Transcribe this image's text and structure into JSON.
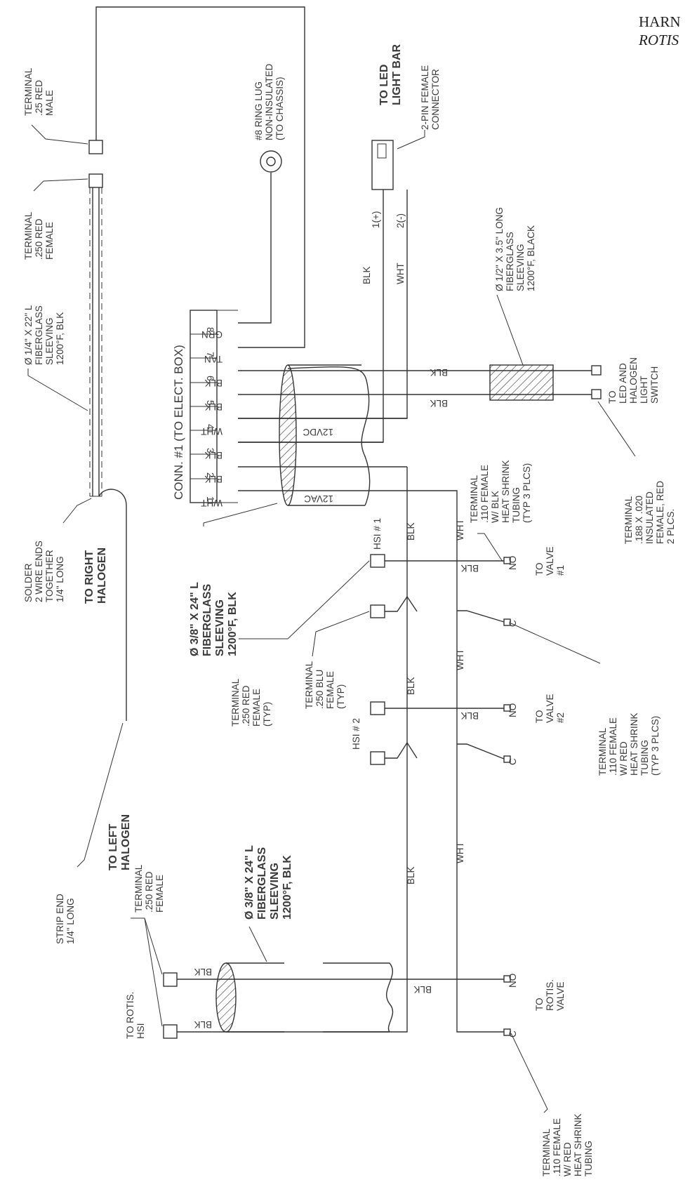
{
  "title": {
    "line1": "HARN",
    "line2": "ROTIS"
  },
  "connector": {
    "label": "CONN. #1 (TO ELECT. BOX)",
    "pins": [
      "1",
      "2",
      "3",
      "4",
      "5",
      "6",
      "7",
      "8"
    ],
    "wire_colors": [
      "WHT",
      "BLK",
      "BLK",
      "WHT",
      "BLK",
      "BLK",
      "TAN",
      "GRN"
    ],
    "bundle_12vac": "12VAC",
    "bundle_12vdc": "12VDC"
  },
  "wire_labels": {
    "blk": "BLK",
    "wht": "WHT",
    "pos": "1(+)",
    "neg": "2(-)",
    "c": "C",
    "no": "NO"
  },
  "halogen": {
    "right": "TO RIGHT HALOGEN",
    "left": "TO LEFT HALOGEN",
    "terminal_male": [
      "TERMINAL",
      ".25 RED",
      "MALE"
    ],
    "terminal_female": [
      "TERMINAL",
      ".250 RED",
      "FEMALE"
    ],
    "sleeving": [
      "Ø 1/4\" X 22\" L",
      "FIBERGLASS",
      "SLEEVING",
      "1200°F, BLK"
    ],
    "solder": [
      "SOLDER",
      "2 WIRE ENDS",
      "TOGETHER",
      "1/4\" LONG"
    ],
    "strip": [
      "STRIP END",
      "1/4\" LONG"
    ]
  },
  "ring_lug": [
    "#8 RING LUG",
    "NON-INSULATED",
    "(TO CHASSIS)"
  ],
  "led": {
    "to_led": [
      "TO LED",
      "LIGHT BAR"
    ],
    "connector": [
      "2-PIN FEMALE",
      "CONNECTOR"
    ]
  },
  "switch_branch": {
    "sleeving": [
      "Ø 1/2\" X 3.5\" LONG",
      "FIBERGLASS",
      "SLEEVING",
      "1200°F, BLACK"
    ],
    "to_switch": [
      "TO",
      "LED AND",
      "HALOGEN",
      "LIGHT",
      "SWITCH"
    ],
    "terminal": [
      "TERMINAL",
      ".188 X .020",
      "INSULATED",
      "FEMALE, RED",
      "2 PLCS."
    ]
  },
  "main_sleeving": [
    "Ø 3/8\" X 24\" L",
    "FIBERGLASS",
    "SLEEVING",
    "1200°F, BLK"
  ],
  "hsi": {
    "hsi1": "HSI # 1",
    "hsi2": "HSI # 2",
    "term_red": [
      "TERMINAL",
      ".250 RED",
      "FEMALE",
      "(TYP)"
    ],
    "term_blu": [
      "TERMINAL",
      ".250 BLU",
      "FEMALE",
      "(TYP)"
    ]
  },
  "valves": {
    "valve1": [
      "TO",
      "VALVE",
      "#1"
    ],
    "valve2": [
      "TO",
      "VALVE",
      "#2"
    ],
    "term_blk": [
      "TERMINAL",
      ".110 FEMALE",
      "W/ BLK",
      "HEAT SHRINK",
      "TUBING",
      "(TYP 3 PLCS)"
    ],
    "term_red": [
      "TERMINAL",
      ".110 FEMALE",
      "W/ RED",
      "HEAT SHRINK",
      "TUBING",
      "(TYP 3 PLCS)"
    ]
  },
  "rotis": {
    "to_hsi": [
      "TO ROTIS.",
      "HSI"
    ],
    "hsi_terminal": [
      "TERMINAL",
      ".250 RED",
      "FEMALE"
    ],
    "sleeving": [
      "Ø 3/8\" X 24\" L",
      "FIBERGLASS",
      "SLEEVING",
      "1200°F, BLK"
    ],
    "to_valve": [
      "TO",
      "ROTIS.",
      "VALVE"
    ],
    "valve_terminal": [
      "TERMINAL",
      ".110 FEMALE",
      "W/ RED",
      "HEAT SHRINK",
      "TUBING"
    ]
  }
}
